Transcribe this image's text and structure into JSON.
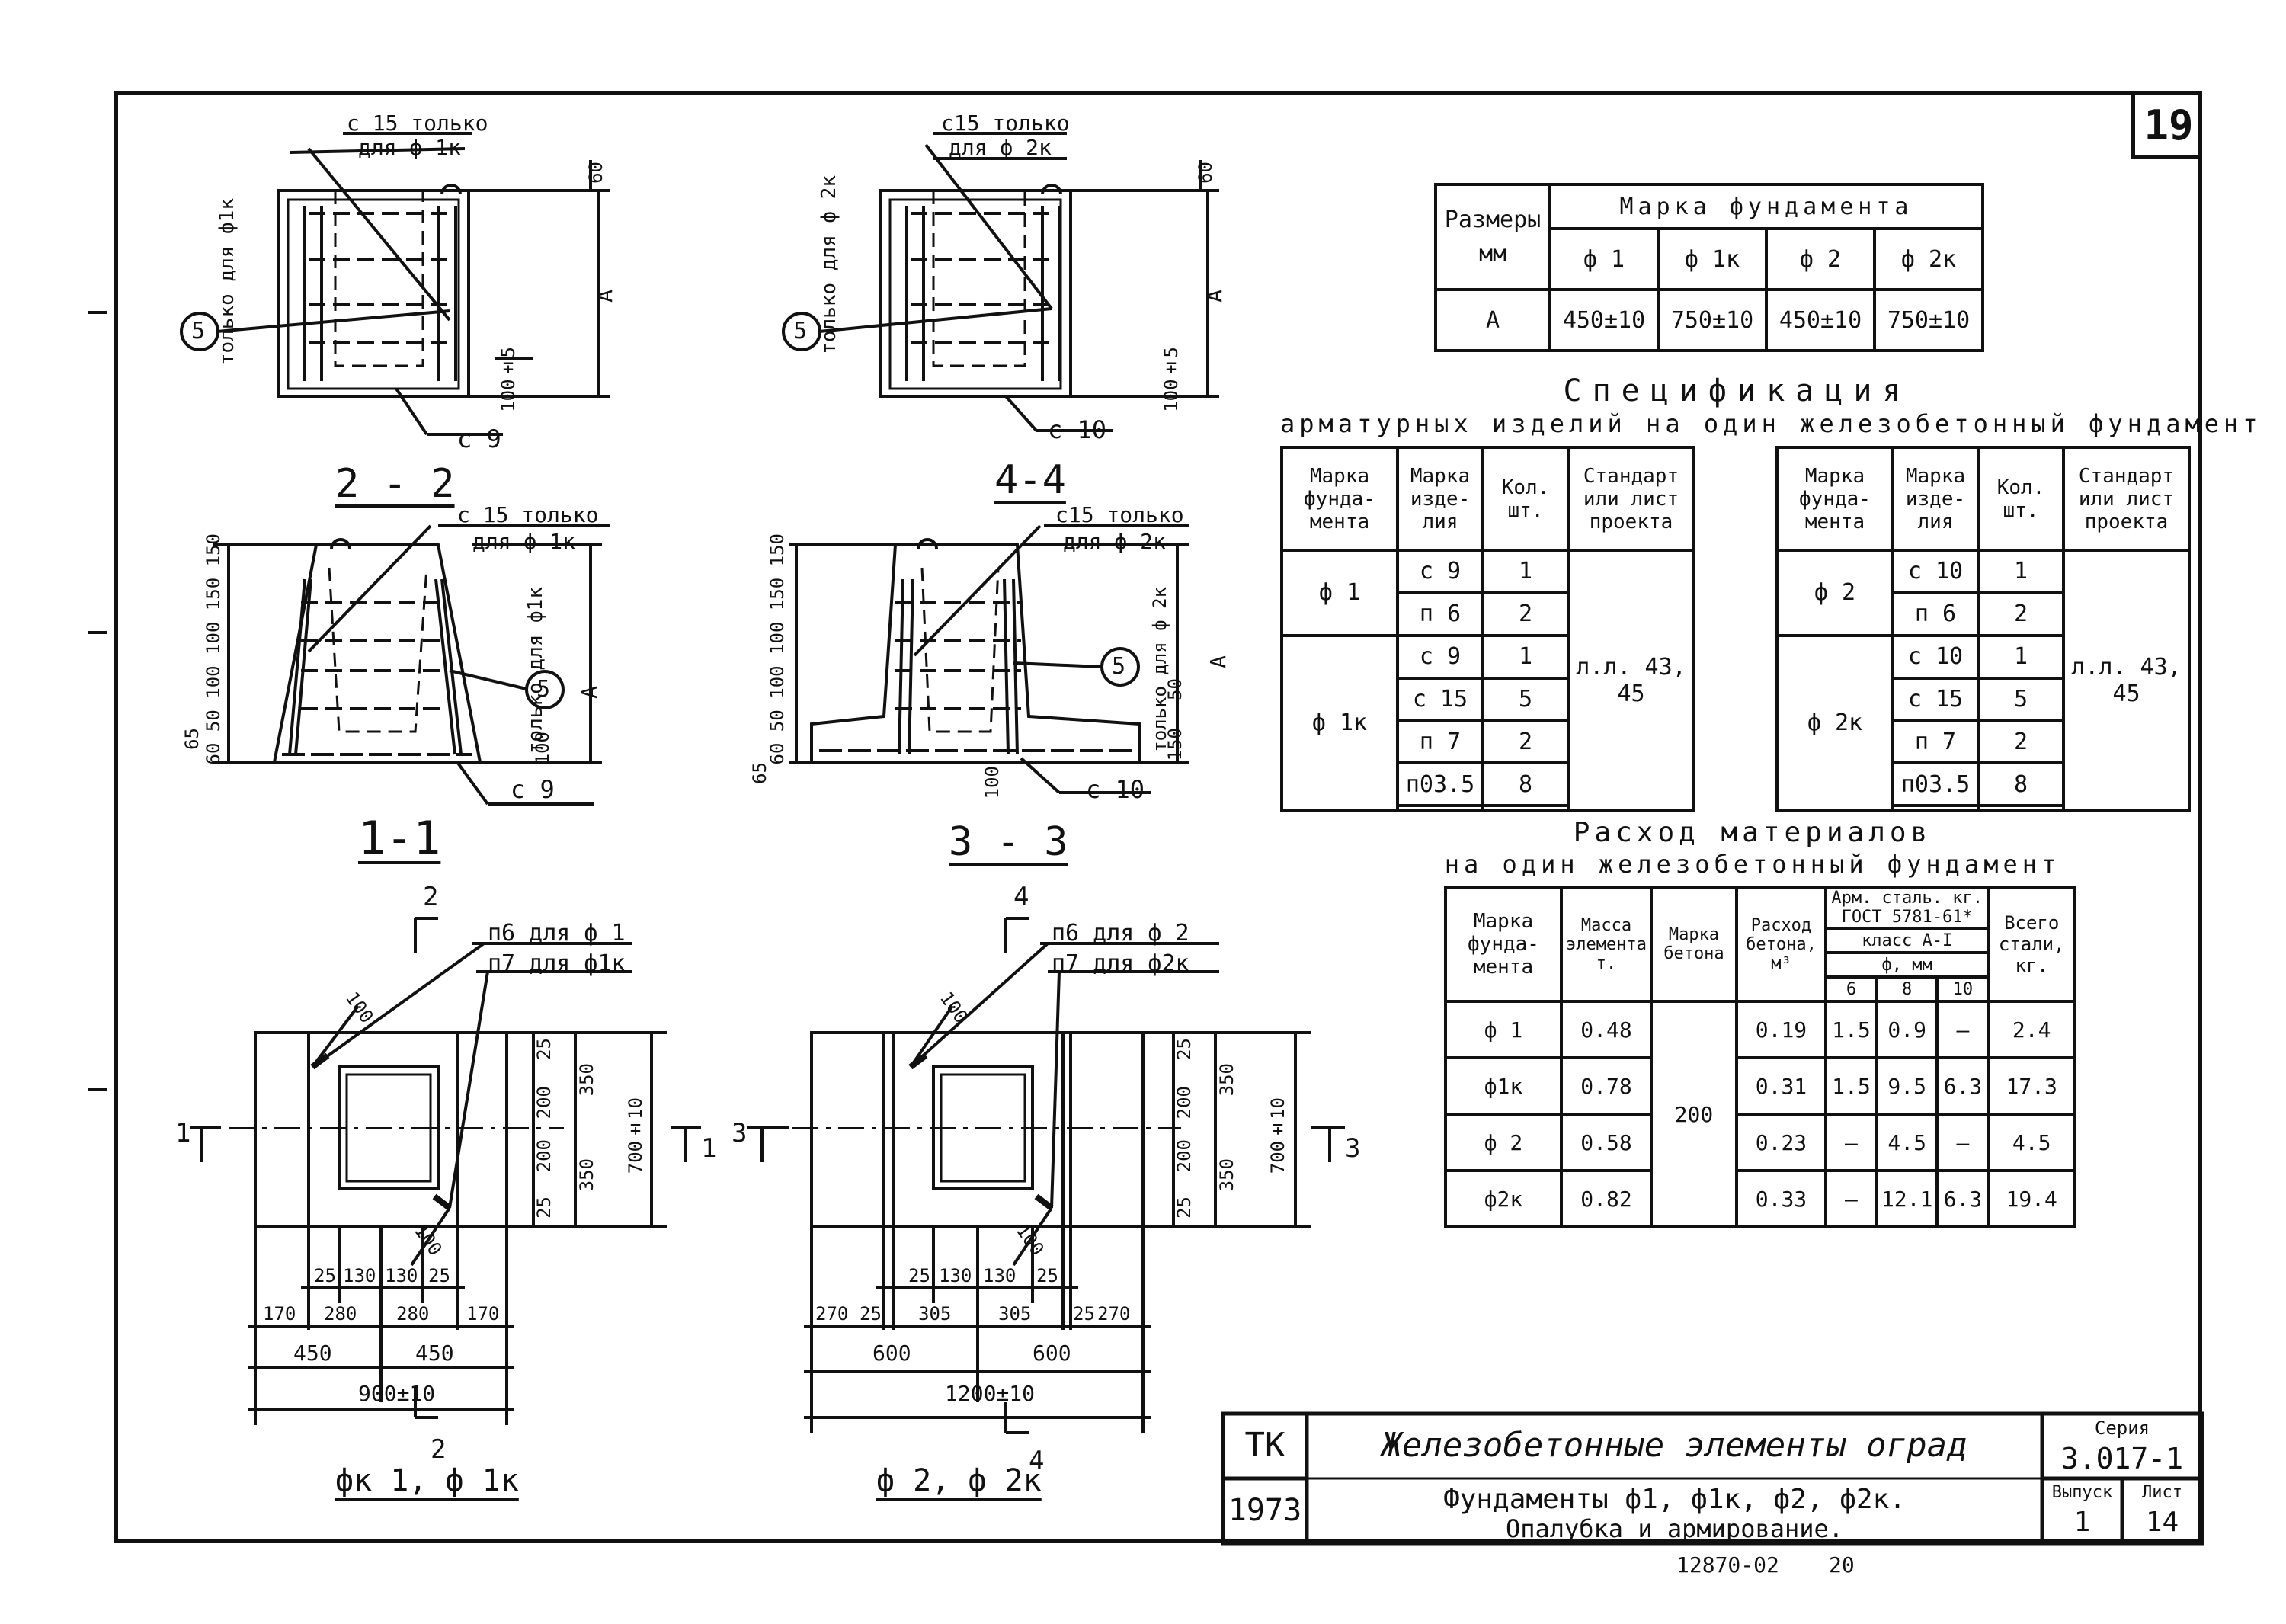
{
  "sheet_number": "19",
  "table_a": {
    "corner": [
      "Размеры",
      "мм"
    ],
    "header": "Марка фундамента",
    "marks": [
      "ф 1",
      "ф 1к",
      "ф 2",
      "ф 2к"
    ],
    "row_label": "А",
    "values": [
      "450±10",
      "750±10",
      "450±10",
      "750±10"
    ]
  },
  "spec": {
    "title": "Спецификация",
    "subtitle": "арматурных изделий на один железобетонный фундамент",
    "headers": [
      "Марка фунда-мента",
      "Марка изде-лия",
      "Кол. шт.",
      "Стандарт или лист проекта"
    ],
    "left": [
      {
        "foundation": "ф 1",
        "items": [
          [
            "с 9",
            "1"
          ],
          [
            "п 6",
            "2"
          ]
        ]
      },
      {
        "foundation": "ф 1к",
        "items": [
          [
            "с 9",
            "1"
          ],
          [
            "с 15",
            "5"
          ],
          [
            "п 7",
            "2"
          ],
          [
            "п03.5",
            "8"
          ],
          [
            "",
            ""
          ]
        ]
      }
    ],
    "right": [
      {
        "foundation": "ф 2",
        "items": [
          [
            "с 10",
            "1"
          ],
          [
            "п 6",
            "2"
          ]
        ]
      },
      {
        "foundation": "ф 2к",
        "items": [
          [
            "с 10",
            "1"
          ],
          [
            "с 15",
            "5"
          ],
          [
            "п 7",
            "2"
          ],
          [
            "п03.5",
            "8"
          ],
          [
            "",
            ""
          ]
        ]
      }
    ],
    "reference": "л.л. 43, 45"
  },
  "materials": {
    "title": "Расход материалов",
    "subtitle": "на один железобетонный фундамент",
    "headers": {
      "mark": "Марка фунда-мента",
      "mass": "Масса элемента т.",
      "concrete_mark": "Марка бетона",
      "concrete_use": "Расход бетона, м³",
      "steel": "Арм. сталь. кг. ГОСТ 5781-61*",
      "steel_class": "класс А-I",
      "diameter": "ф, мм",
      "d": [
        "6",
        "8",
        "10"
      ],
      "total": "Всего стали, кг."
    },
    "concrete_mark_value": "200",
    "rows": [
      {
        "mark": "ф 1",
        "mass": "0.48",
        "volume": "0.19",
        "d6": "1.5",
        "d8": "0.9",
        "d10": "—",
        "total": "2.4"
      },
      {
        "mark": "ф1к",
        "mass": "0.78",
        "volume": "0.31",
        "d6": "1.5",
        "d8": "9.5",
        "d10": "6.3",
        "total": "17.3"
      },
      {
        "mark": "ф 2",
        "mass": "0.58",
        "volume": "0.23",
        "d6": "—",
        "d8": "4.5",
        "d10": "—",
        "total": "4.5"
      },
      {
        "mark": "ф2к",
        "mass": "0.82",
        "volume": "0.33",
        "d6": "—",
        "d8": "12.1",
        "d10": "6.3",
        "total": "19.4"
      }
    ]
  },
  "sections": {
    "s22": {
      "title": "2 - 2",
      "note1": "с 15 только",
      "note2": "для ф 1к",
      "side": "только для ф1к",
      "bar": "с 9",
      "dA": "А",
      "d60": "60",
      "d100": "100±5",
      "callout": "5"
    },
    "s44": {
      "title": "4-4",
      "note1": "с15 только",
      "note2": "для ф 2к",
      "side": "только для ф 2к",
      "bar": "с 10",
      "dA": "А",
      "d60": "60",
      "d100": "100±5",
      "callout": "5"
    },
    "s11": {
      "title": "1-1",
      "note1": "с 15 только",
      "note2": "для ф 1к",
      "side": "только для ф1к",
      "bar": "с 9",
      "dA": "А",
      "left_dims": "60 50 100 100 150 150",
      "d65": "65",
      "d100": "100",
      "callout": "5"
    },
    "s33": {
      "title": "3 - 3",
      "note1": "с15 только",
      "note2": "для ф 2к",
      "side": "только для ф 2к",
      "bar": "с 10",
      "dA": "А",
      "left_dims": "60 50 100 100 150 150",
      "d65": "65",
      "d100": "100",
      "d50": "50",
      "d150": "150",
      "callout": "5"
    }
  },
  "plans": {
    "left": {
      "title": "фк 1, ф 1к",
      "p1": "п6 для ф 1",
      "p2": "п7 для ф1к",
      "cut_top": "2",
      "cut_bottom": "2",
      "cut_side": "1",
      "d100a": "100",
      "d100b": "100",
      "right_dims": [
        "25",
        "200",
        "350",
        "25",
        "200",
        "350",
        "700±10"
      ],
      "row1": [
        "25",
        "130",
        "130",
        "25"
      ],
      "row2": [
        "170",
        "280",
        "280",
        "170"
      ],
      "row3": [
        "450",
        "450"
      ],
      "total": "900±10"
    },
    "right": {
      "title": "ф 2, ф 2к",
      "p1": "п6 для ф 2",
      "p2": "п7 для ф2к",
      "cut_top": "4",
      "cut_bottom": "4",
      "cut_side": "3",
      "d100a": "100",
      "d100b": "100",
      "right_dims": [
        "25",
        "200",
        "350",
        "25",
        "200",
        "350",
        "700±10"
      ],
      "row1": [
        "25",
        "130",
        "130",
        "25"
      ],
      "row2": [
        "270",
        "25",
        "305",
        "305",
        "25",
        "270"
      ],
      "row3": [
        "600",
        "600"
      ],
      "total": "1200±10"
    }
  },
  "title_block": {
    "org": "ТК",
    "year": "1973",
    "title": "Железобетонные элементы оград",
    "subtitle1": "Фундаменты ф1, ф1к, ф2, ф2к.",
    "subtitle2": "Опалубка и армирование.",
    "series_label": "Серия",
    "series": "3.017-1",
    "issue_label": "Выпуск",
    "issue": "1",
    "sheet_label": "Лист",
    "sheet": "14",
    "doc_number": "12870-02",
    "page": "20"
  }
}
